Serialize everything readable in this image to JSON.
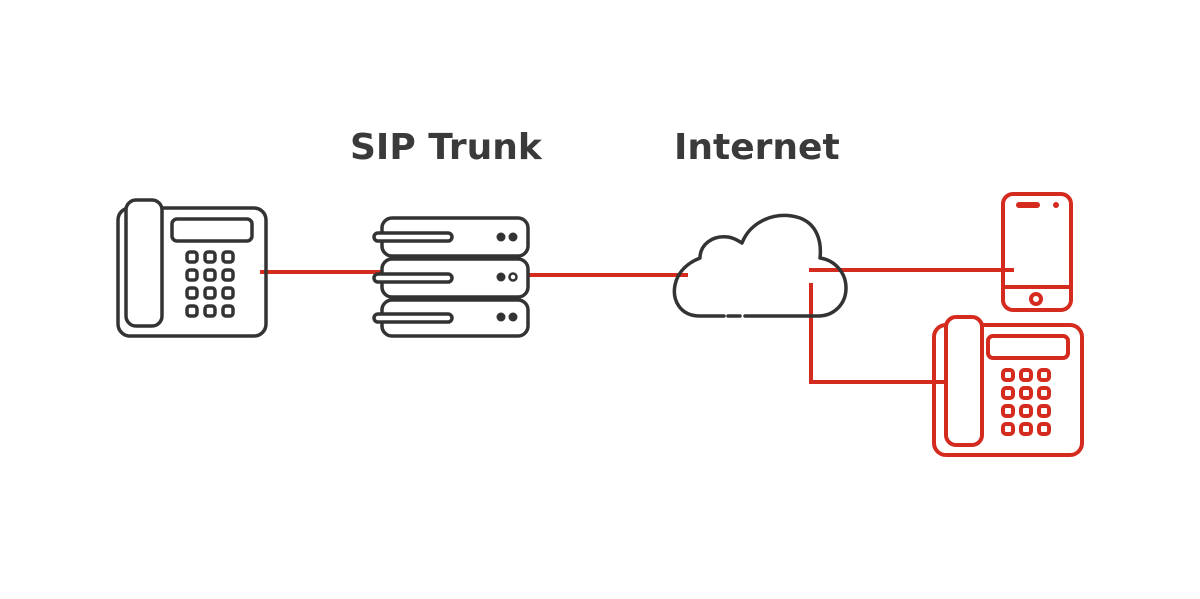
{
  "diagram": {
    "title_labels": {
      "sip_trunk": "SIP Trunk",
      "internet": "Internet"
    },
    "nodes": [
      {
        "id": "desk-phone-left",
        "type": "desk-phone",
        "color": "#333333"
      },
      {
        "id": "sip-trunk-server",
        "type": "server-stack",
        "color": "#333333",
        "label_ref": "sip_trunk"
      },
      {
        "id": "internet-cloud",
        "type": "cloud",
        "color": "#333333",
        "label_ref": "internet"
      },
      {
        "id": "mobile-phone",
        "type": "mobile-phone",
        "color": "#d42b1e"
      },
      {
        "id": "desk-phone-right",
        "type": "desk-phone",
        "color": "#d42b1e"
      }
    ],
    "edges": [
      {
        "from": "desk-phone-left",
        "to": "sip-trunk-server"
      },
      {
        "from": "sip-trunk-server",
        "to": "internet-cloud"
      },
      {
        "from": "internet-cloud",
        "to": "mobile-phone"
      },
      {
        "from": "internet-cloud",
        "to": "desk-phone-right"
      }
    ],
    "colors": {
      "line": "#d42b1e",
      "outline": "#333333",
      "text": "#3a3a3a",
      "background": "#ffffff"
    }
  }
}
